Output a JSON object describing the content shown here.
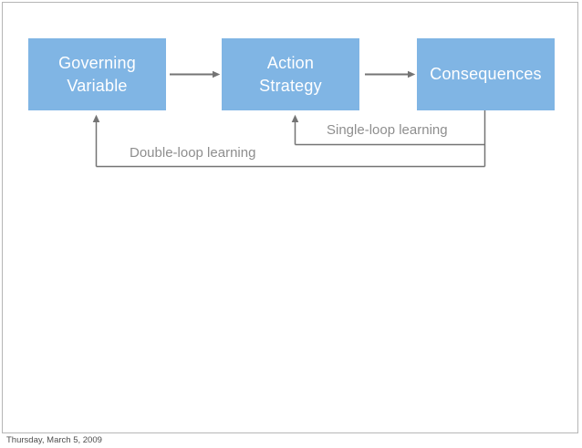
{
  "diagram": {
    "title_semantic": "Single-loop and double-loop learning flow",
    "nodes": [
      {
        "name": "governing-variable",
        "label": "Governing\nVariable"
      },
      {
        "name": "action-strategy",
        "label": "Action\nStrategy"
      },
      {
        "name": "consequences",
        "label": "Consequences"
      }
    ],
    "flow_edges": [
      {
        "from": "governing-variable",
        "to": "action-strategy"
      },
      {
        "from": "action-strategy",
        "to": "consequences"
      }
    ],
    "feedback_loops": [
      {
        "name": "single-loop",
        "label": "Single-loop learning",
        "from": "consequences",
        "to": "action-strategy"
      },
      {
        "name": "double-loop",
        "label": "Double-loop learning",
        "from": "consequences",
        "to": "governing-variable"
      }
    ],
    "colors": {
      "node_fill": "#80B5E4",
      "node_text": "#FFFFFF",
      "connector": "#747474",
      "loop_label": "#8E8E8E",
      "slide_border": "#B6B6B6",
      "footer_text": "#4D4D4D"
    }
  },
  "footer": {
    "date": "Thursday, March 5, 2009"
  }
}
